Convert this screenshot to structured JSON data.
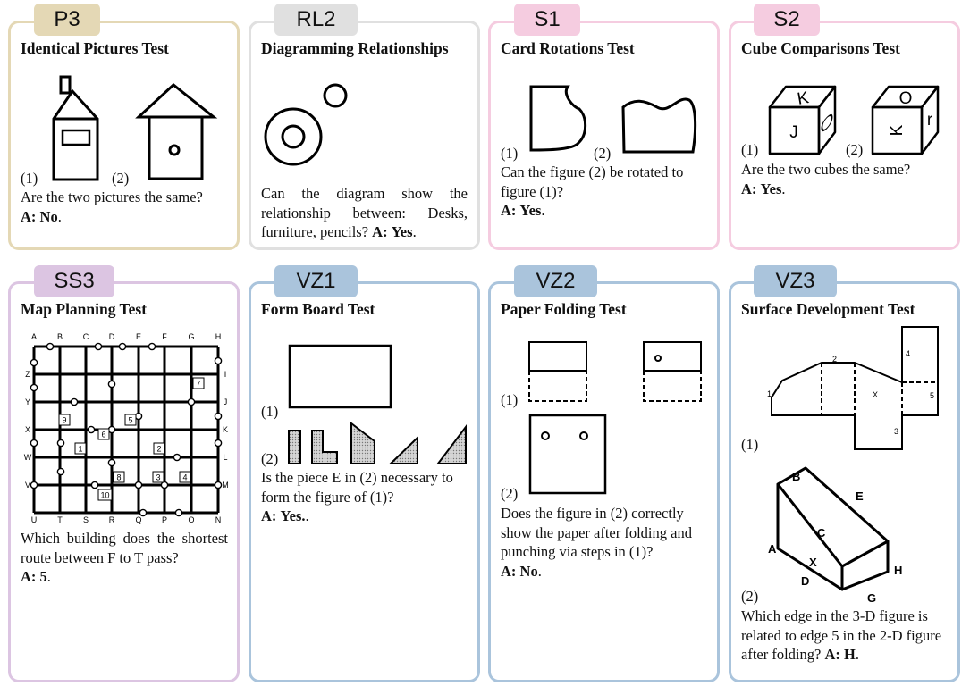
{
  "cards": [
    {
      "tag": "P3",
      "title": "Identical Pictures Test",
      "labels": [
        "(1)",
        "(2)"
      ],
      "question": "Are the two pictures the same?",
      "answer_prefix": "A:",
      "answer": "No",
      "answer_suffix": ".",
      "color": "#e4d8b5"
    },
    {
      "tag": "RL2",
      "title": "Diagramming Relationships",
      "labels": [],
      "question": "Can the diagram show the relationship between: Desks, furniture, pencils?",
      "answer_prefix": "A:",
      "answer": "Yes",
      "answer_suffix": ".",
      "color": "#e0e0e0"
    },
    {
      "tag": "S1",
      "title": "Card Rotations Test",
      "labels": [
        "(1)",
        "(2)"
      ],
      "question": "Can the figure (2) be rotated to figure (1)?",
      "answer_prefix": "A:",
      "answer": "Yes",
      "answer_suffix": ".",
      "color": "#f5cce0"
    },
    {
      "tag": "S2",
      "title": "Cube Comparisons Test",
      "labels": [
        "(1)",
        "(2)"
      ],
      "question": "Are the two cubes the same?",
      "answer_prefix": "A:",
      "answer": "Yes",
      "answer_suffix": ".",
      "color": "#f5cce0"
    },
    {
      "tag": "SS3",
      "title": "Map Planning Test",
      "labels": [],
      "question": "Which building does the shortest route between F to T pass?",
      "answer_prefix": "A:",
      "answer": "5",
      "answer_suffix": ".",
      "color": "#dcc5e2"
    },
    {
      "tag": "VZ1",
      "title": "Form Board Test",
      "labels": [
        "(1)",
        "(2)"
      ],
      "question": "Is the piece E in (2) necessary to form the figure of (1)?",
      "answer_prefix": "A:",
      "answer": "Yes.",
      "answer_suffix": ".",
      "color": "#aac4dc"
    },
    {
      "tag": "VZ2",
      "title": "Paper Folding Test",
      "labels": [
        "(1)",
        "(2)"
      ],
      "question": "Does the figure in (2) correctly show the paper after folding and punching via steps in (1)?",
      "answer_prefix": "A:",
      "answer": "No",
      "answer_suffix": ".",
      "color": "#aac4dc"
    },
    {
      "tag": "VZ3",
      "title": "Surface Development Test",
      "labels": [
        "(1)",
        "(2)"
      ],
      "question": "Which edge in the 3-D figure is related to edge 5 in the 2-D figure after folding?",
      "answer_prefix": "A:",
      "answer": "H",
      "answer_suffix": ".",
      "color": "#aac4dc"
    }
  ],
  "figures": {
    "cube1_letters": [
      "K",
      "J",
      "O"
    ],
    "cube2_letters": [
      "O",
      "K",
      "r"
    ],
    "map_top": [
      "A",
      "B",
      "C",
      "D",
      "E",
      "F",
      "G",
      "H"
    ],
    "map_bottom": [
      "U",
      "T",
      "S",
      "R",
      "Q",
      "P",
      "O",
      "N"
    ],
    "map_left": [
      "Z",
      "Y",
      "X",
      "W",
      "V"
    ],
    "map_right": [
      "I",
      "J",
      "K",
      "L",
      "M"
    ],
    "map_buildings": [
      "7",
      "9",
      "5",
      "6",
      "1",
      "2",
      "8",
      "3",
      "4",
      "10"
    ],
    "net_labels": [
      "1",
      "2",
      "3",
      "4",
      "5",
      "X"
    ],
    "prism_labels": [
      "A",
      "B",
      "C",
      "D",
      "E",
      "G",
      "H",
      "X"
    ]
  }
}
